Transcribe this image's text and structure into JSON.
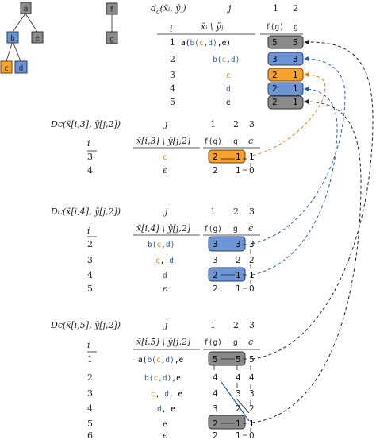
{
  "tree_x": {
    "a": "a",
    "b": "b",
    "e": "e",
    "c": "c",
    "d": "d"
  },
  "tree_y": {
    "f": "f",
    "g": "g"
  },
  "colors": {
    "blue": "#6b95d4",
    "orange": "#f6a22d",
    "gray": "#8a8a8a"
  },
  "main_table": {
    "title_prefix": "d",
    "title_sub": "c",
    "title_rest": "(x̄ᵢ, ȳⱼ)",
    "j_label": "j",
    "j1": "1",
    "j2": "2",
    "i_label": "i",
    "xy_header": "x̄ᵢ \\ ȳⱼ",
    "fg_header": "f(g)",
    "g_header": "g",
    "rows": [
      {
        "i": "1",
        "expr": "a(b(c,d),e)",
        "v1": "5",
        "v2": "5"
      },
      {
        "i": "2",
        "expr": "b(c,d)",
        "v1": "3",
        "v2": "3"
      },
      {
        "i": "3",
        "expr": "c",
        "v1": "2",
        "v2": "1"
      },
      {
        "i": "4",
        "expr": "d",
        "v1": "2",
        "v2": "1"
      },
      {
        "i": "5",
        "expr": "e",
        "v1": "2",
        "v2": "1"
      }
    ]
  },
  "sub_tables": [
    {
      "title": "Dc(x̄[i,3], ȳ[j,2])",
      "j_label": "j",
      "c1": "1",
      "c2": "2",
      "c3": "3",
      "i_label": "i",
      "header_expr": "x̄[i,3] \\ ȳ[j,2]",
      "fg": "f(g)",
      "g": "g",
      "eps": "ϵ",
      "rows": [
        {
          "i": "3",
          "expr": "c",
          "v1": "2",
          "v2": "1",
          "v3": "1"
        },
        {
          "i": "4",
          "expr": "ϵ",
          "v1": "2",
          "v2": "1",
          "v3": "0"
        }
      ]
    },
    {
      "title": "Dc(x̄[i,4], ȳ[j,2])",
      "j_label": "j",
      "c1": "1",
      "c2": "2",
      "c3": "3",
      "i_label": "i",
      "header_expr": "x̄[i,4] \\ ȳ[j,2]",
      "fg": "f(g)",
      "g": "g",
      "eps": "ϵ",
      "rows": [
        {
          "i": "2",
          "expr": "b(c,d)",
          "v1": "3",
          "v2": "3",
          "v3": "3"
        },
        {
          "i": "3",
          "expr": "c, d",
          "v1": "3",
          "v2": "2",
          "v3": "2"
        },
        {
          "i": "4",
          "expr": "d",
          "v1": "2",
          "v2": "1",
          "v3": "1"
        },
        {
          "i": "5",
          "expr": "ϵ",
          "v1": "2",
          "v2": "1",
          "v3": "0"
        }
      ]
    },
    {
      "title": "Dc(x̄[i,5], ȳ[j,2])",
      "j_label": "j",
      "c1": "1",
      "c2": "2",
      "c3": "3",
      "i_label": "i",
      "header_expr": "x̄[i,5] \\ ȳ[j,2]",
      "fg": "f(g)",
      "g": "g",
      "eps": "ϵ",
      "rows": [
        {
          "i": "1",
          "expr": "a(b(c,d),e",
          "v1": "5",
          "v2": "5",
          "v3": "5"
        },
        {
          "i": "2",
          "expr": "b(c,d),e",
          "v1": "4",
          "v2": "4",
          "v3": "4"
        },
        {
          "i": "3",
          "expr": "c,d,e",
          "v1": "4",
          "v2": "3",
          "v3": "3"
        },
        {
          "i": "4",
          "expr": "d,e",
          "v1": "3",
          "v2": "2",
          "v3": "2"
        },
        {
          "i": "5",
          "expr": "e",
          "v1": "2",
          "v2": "1",
          "v3": "1"
        },
        {
          "i": "6",
          "expr": "ϵ",
          "v1": "2",
          "v2": "1",
          "v3": "0"
        }
      ]
    }
  ]
}
